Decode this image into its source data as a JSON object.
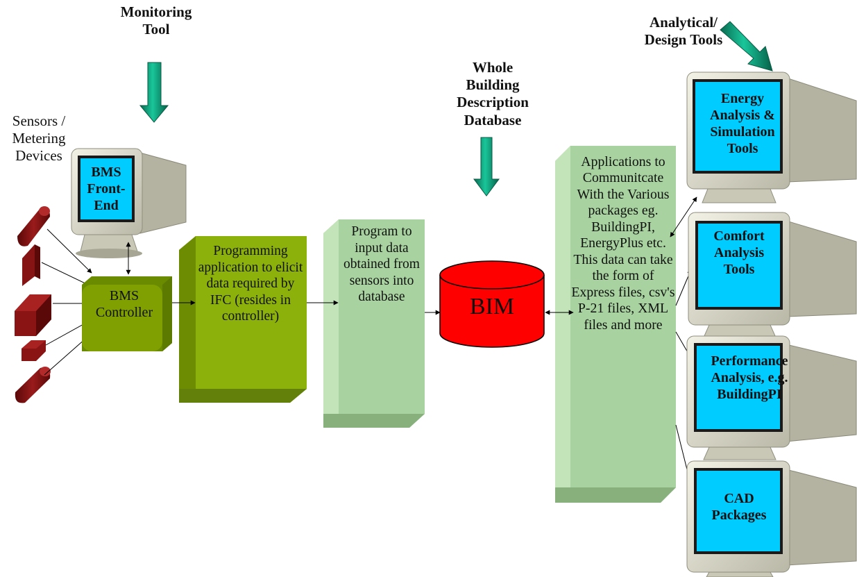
{
  "headings": {
    "monitoring": "Monitoring Tool",
    "database": "Whole Building Description Database",
    "analytical": "Analytical/ Design Tools",
    "sensors": "Sensors / Metering Devices"
  },
  "monitors": {
    "bms_front_end": "BMS Front-End",
    "energy": "Energy Analysis & Simulation Tools",
    "comfort": "Comfort Analysis Tools",
    "performance": "Performance Analysis, e.g. BuildingPI",
    "cad": "CAD Packages"
  },
  "boxes": {
    "bms_controller": "BMS Controller",
    "programming": "Programming application to elicit data required by IFC (resides in controller)",
    "program_input": "Program to input data obtained from sensors into database",
    "applications": "Applications to Communitcate With the Various packages eg. BuildingPI, EnergyPlus etc. This data can take the form of Express files, csv's P-21 files, XML files and more"
  },
  "bim": {
    "label": "BIM"
  },
  "colors": {
    "bms_controller": "#7fa000",
    "programming": "#8bb10a",
    "program_input": "#a8d3a0",
    "applications": "#a8d3a0",
    "bim": "#ff0000",
    "screen": "#00ccff",
    "arrow": "#008a6a",
    "sensor": "#7a0e0e"
  }
}
